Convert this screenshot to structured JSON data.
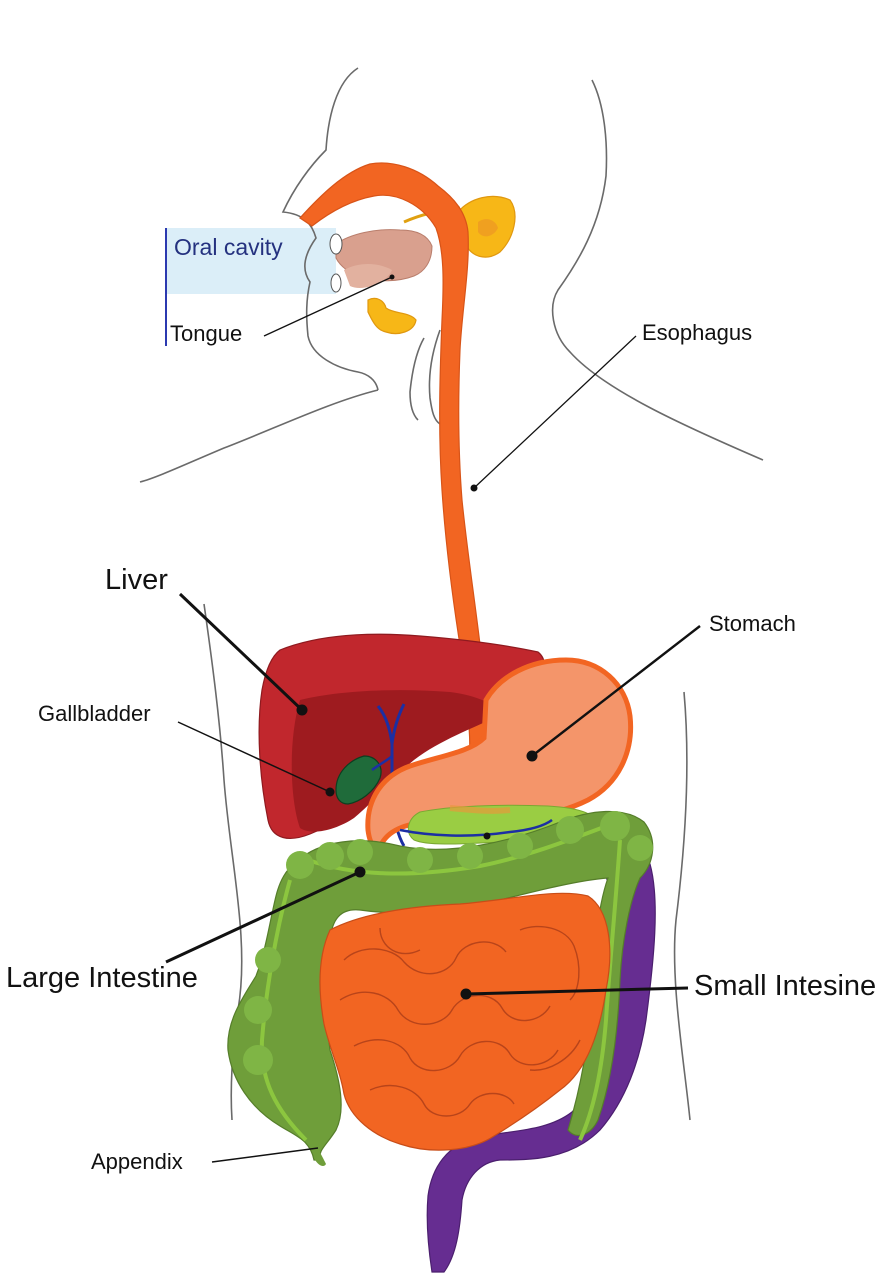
{
  "labels": {
    "oral_cavity": "Oral cavity",
    "tongue": "Tongue",
    "esophagus": "Esophagus",
    "liver": "Liver",
    "stomach": "Stomach",
    "gallbladder": "Gallbladder",
    "large_intestine": "Large Intestine",
    "small_intestine": "Small Intesine",
    "appendix": "Appendix"
  },
  "colors": {
    "outline": "#666666",
    "esophagus": "#f26522",
    "liver": "#c1272d",
    "liver_dark": "#9e1b1f",
    "stomach": "#f4956a",
    "gallbladder": "#1f6b3a",
    "bile_duct": "#1c2fa3",
    "large_intestine": "#6f9e3a",
    "large_intestine_light": "#8cc63f",
    "small_intestine": "#f26522",
    "rectum": "#662d91",
    "salivary": "#f7b717",
    "tongue": "#d9a08e",
    "pancreas": "#9acd43",
    "oral_box": "#dbeef8"
  }
}
